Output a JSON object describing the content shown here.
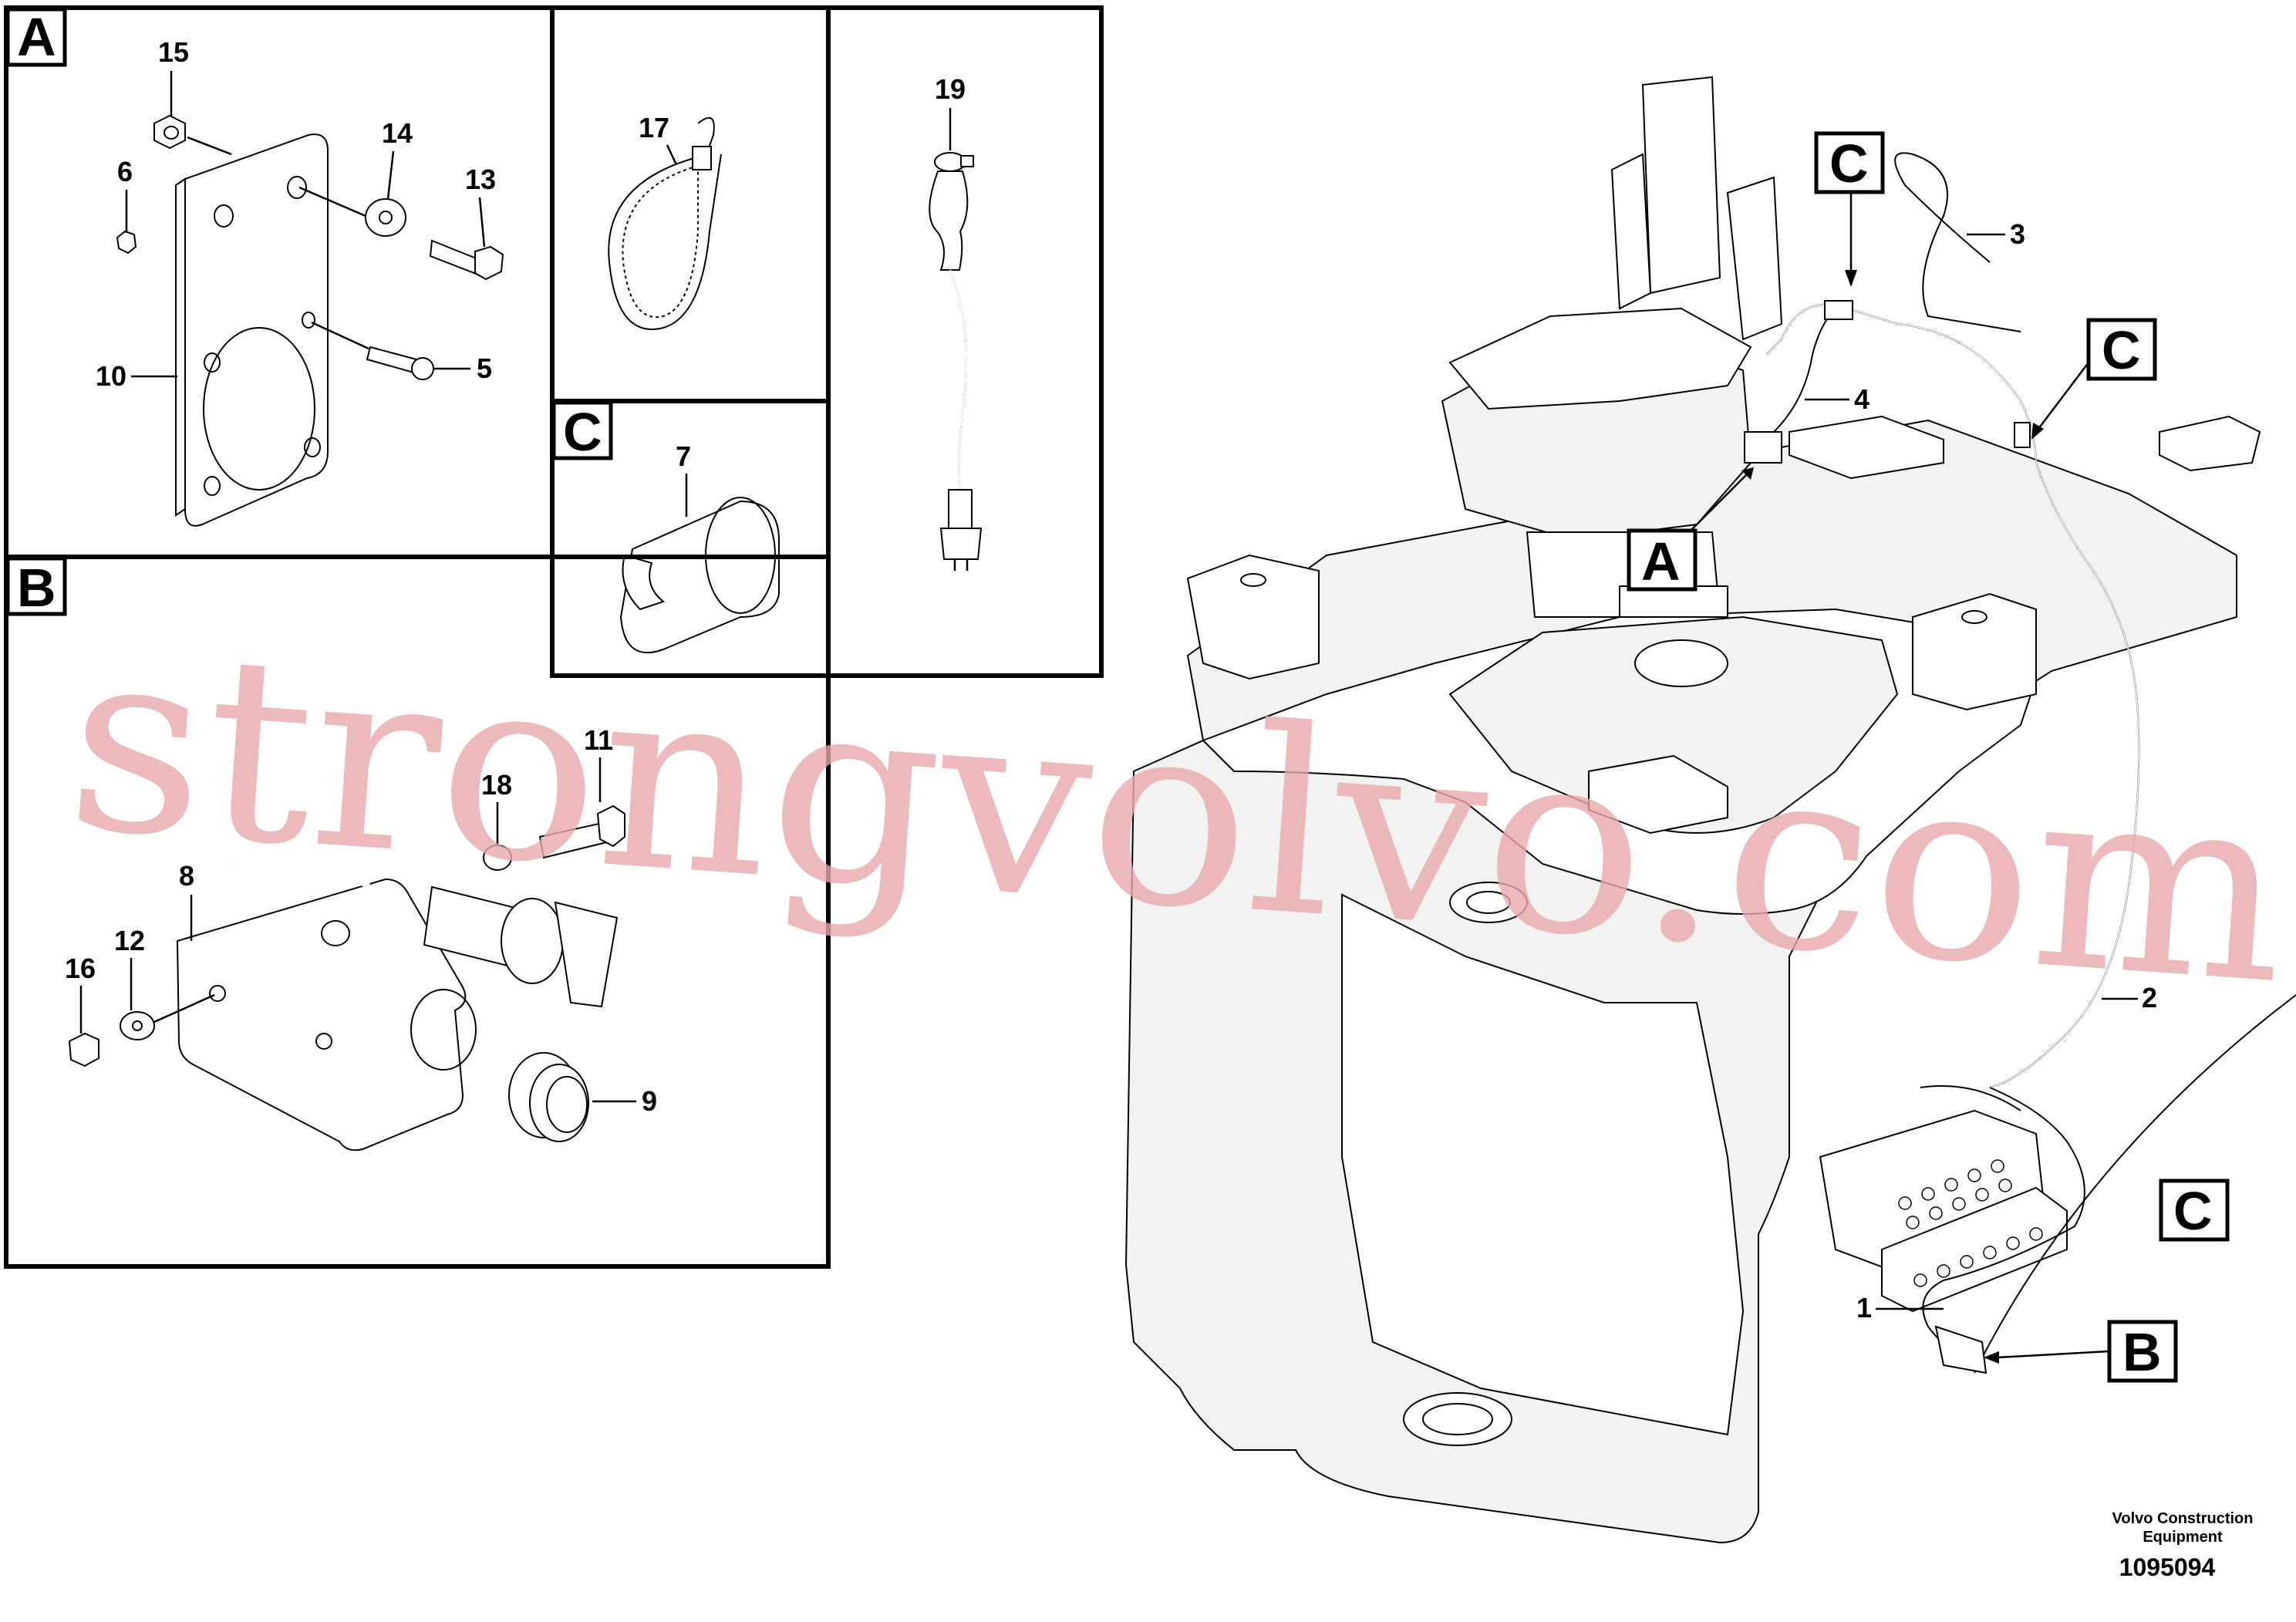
{
  "panels": {
    "a": {
      "tag": "A"
    },
    "b": {
      "tag": "B"
    },
    "c": {
      "tag": "C"
    }
  },
  "part_numbers": {
    "p1": "1",
    "p2": "2",
    "p3": "3",
    "p4": "4",
    "p5": "5",
    "p6": "6",
    "p7": "7",
    "p8": "8",
    "p9": "9",
    "p10": "10",
    "p11": "11",
    "p12": "12",
    "p13": "13",
    "p14": "14",
    "p15": "15",
    "p16": "16",
    "p17": "17",
    "p18": "18",
    "p19": "19"
  },
  "callouts": {
    "a": "A",
    "b": "B",
    "c1": "C",
    "c2": "C",
    "c3": "C"
  },
  "footer": {
    "company": "Volvo Construction",
    "company_line2": "Equipment",
    "drawing_number": "1095094"
  },
  "watermark": "strongvolvo.com"
}
